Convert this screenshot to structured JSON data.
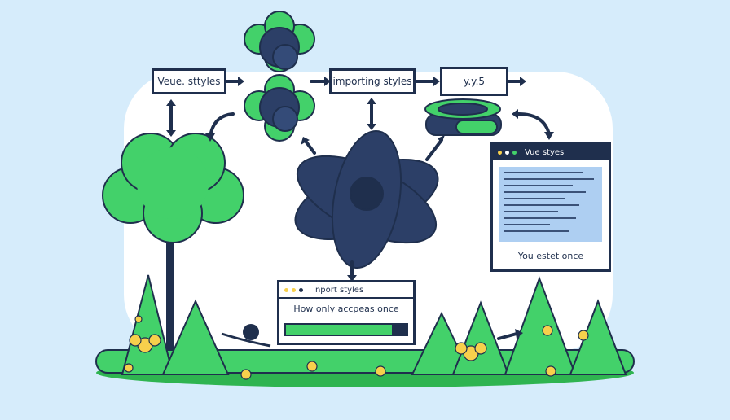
{
  "labels": {
    "vue_styles": "Veue. sttyles",
    "importing_styles": "importing styles",
    "version": "y.y.5"
  },
  "code_panel": {
    "title": "Vue styes",
    "footer": "You estet once"
  },
  "import_panel": {
    "title": "Inport styles",
    "subtitle": "How only accpeas once",
    "progress": 0.88
  },
  "colors": {
    "navy": "#1f2f4d",
    "green": "#43d16a",
    "sky": "#d6ecfb",
    "flower": "#f7d04c"
  }
}
